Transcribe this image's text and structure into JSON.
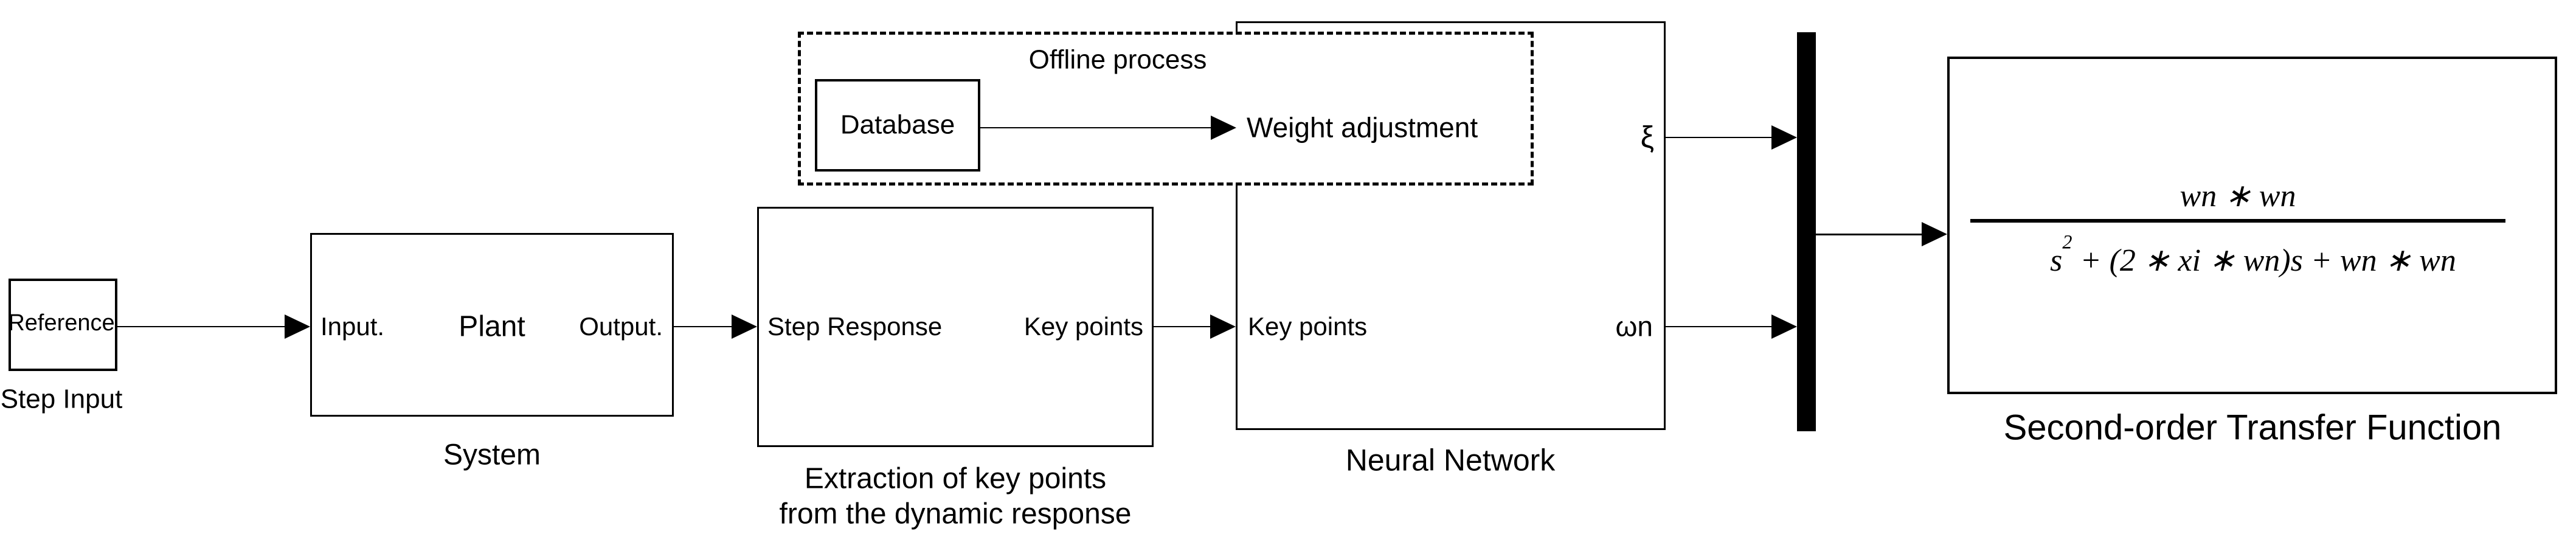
{
  "diagram": {
    "colors": {
      "background": "#ffffff",
      "ink": "#000000"
    },
    "blocks": {
      "reference": {
        "label": "Reference",
        "caption": "Step Input"
      },
      "plant": {
        "input_port": "Input.",
        "name": "Plant",
        "output_port": "Output.",
        "caption": "System"
      },
      "extraction": {
        "input_port": "Step Response",
        "output_port": "Key points",
        "caption_line1": "Extraction of key points",
        "caption_line2": "from the dynamic response"
      },
      "offline": {
        "title": "Offline process",
        "database_label": "Database",
        "weight_adjustment_label": "Weight adjustment"
      },
      "neural_network": {
        "input_port": "Key points",
        "output_port_xi": "ξ",
        "output_port_wn": "ωn",
        "caption": "Neural Network"
      },
      "transfer_function": {
        "numerator": "wn ∗ wn",
        "denominator_base": "s",
        "denominator_sup": "2",
        "denominator_rest": " + (2 ∗ xi ∗ wn)s + wn ∗ wn",
        "caption": "Second-order Transfer Function"
      }
    }
  }
}
